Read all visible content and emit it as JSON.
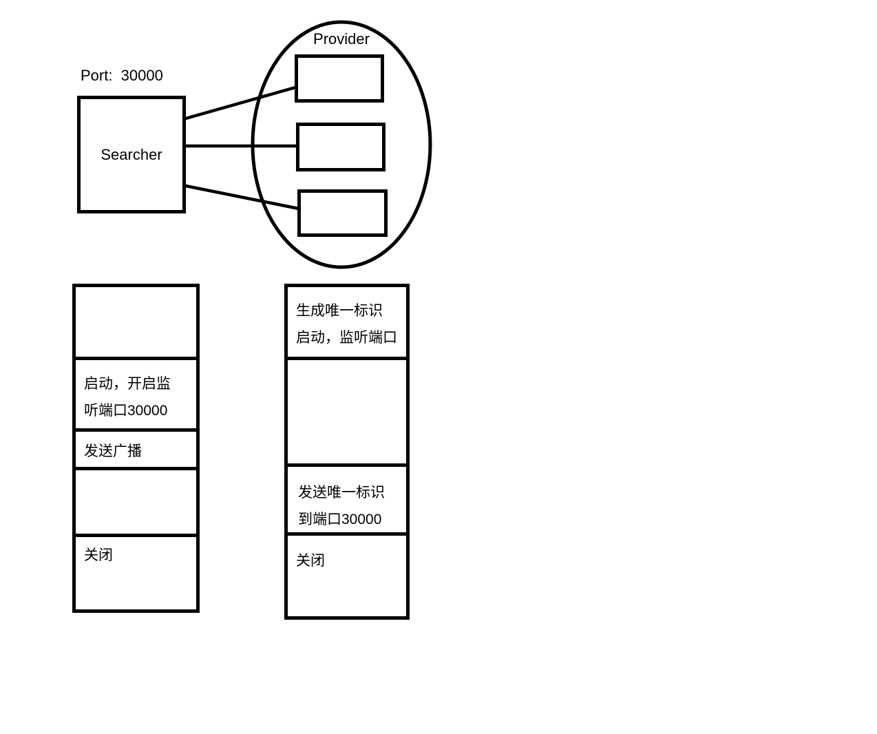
{
  "colors": {
    "ink": "#000000",
    "background": "#ffffff"
  },
  "header": {
    "port_label": "Port:  30000",
    "searcher_label": "Searcher",
    "provider_label": "Provider"
  },
  "searcher_column": {
    "rows": [
      {
        "lines": [
          "",
          ""
        ]
      },
      {
        "lines": [
          "启动，开启监",
          "听端口30000"
        ]
      },
      {
        "lines": [
          "发送广播",
          ""
        ]
      },
      {
        "lines": [
          "",
          ""
        ]
      },
      {
        "lines": [
          "关闭",
          ""
        ]
      }
    ]
  },
  "provider_column": {
    "rows": [
      {
        "lines": [
          "生成唯一标识",
          "启动，监听端口"
        ]
      },
      {
        "lines": [
          "",
          ""
        ]
      },
      {
        "lines": [
          "发送唯一标识",
          "到端口30000"
        ]
      },
      {
        "lines": [
          "关闭",
          ""
        ]
      }
    ]
  }
}
